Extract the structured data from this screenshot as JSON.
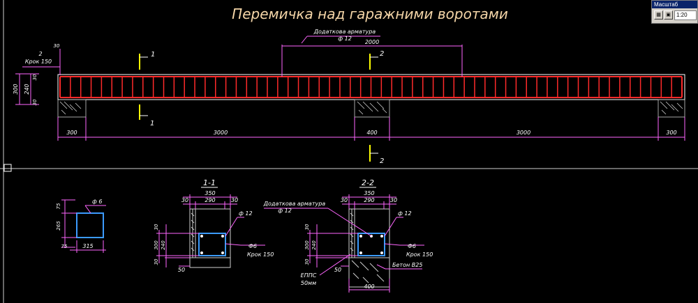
{
  "title": "Перемичка над гаражними воротами",
  "toolbar": {
    "label": "Масштаб",
    "value": "1:20"
  },
  "colors": {
    "background": "#000000",
    "title": "#f5d6a8",
    "dims": "#ff66ff",
    "text": "#ffffff",
    "rebar": "#ff2a2a",
    "section": "#3b9bff",
    "marker": "#ffff00"
  },
  "elevation": {
    "left_labels": {
      "bar_count": "2",
      "spacing": "Крок 150",
      "dim_top": "30",
      "dim_total": "300",
      "dim_inner": "240",
      "dim_bottom": "30"
    },
    "extra_rebar": {
      "name": "Додаткова арматура",
      "diameter": "ф 12",
      "length": "2000"
    },
    "cut_1": {
      "top": "1",
      "bottom": "1"
    },
    "cut_2": {
      "top": "2",
      "bottom": "2"
    },
    "bottom_dims": [
      "300",
      "3000",
      "400",
      "3000",
      "300"
    ]
  },
  "stirrup_detail": {
    "diameter": "ф 6",
    "dims": {
      "top": "75",
      "middle": "265",
      "bottom": "75",
      "width": "315"
    }
  },
  "section_1": {
    "title": "1-1",
    "top_dims": {
      "total": "350",
      "left": "30",
      "mid": "290",
      "right": "30"
    },
    "side_dims": {
      "total": "300",
      "top": "30",
      "mid": "240",
      "bottom": "30"
    },
    "rebar": "ф 12",
    "stirrup": "Ф6",
    "spacing": "Крок 150",
    "bottom_dim": "50"
  },
  "section_2": {
    "title": "2-2",
    "top_dims": {
      "total": "350",
      "left": "30",
      "mid": "290",
      "right": "30"
    },
    "side_dims": {
      "total": "300",
      "top": "30",
      "mid": "240",
      "bottom": "30"
    },
    "extra_rebar": "Додаткова арматура",
    "extra_diameter": "ф 12",
    "rebar": "ф 12",
    "stirrup": "Ф6",
    "spacing": "Крок 150",
    "insulation": "ЕППС",
    "insulation_thickness": "50мм",
    "concrete": "Бетон В25",
    "bottom_dim": "50",
    "width_dim": "400"
  }
}
